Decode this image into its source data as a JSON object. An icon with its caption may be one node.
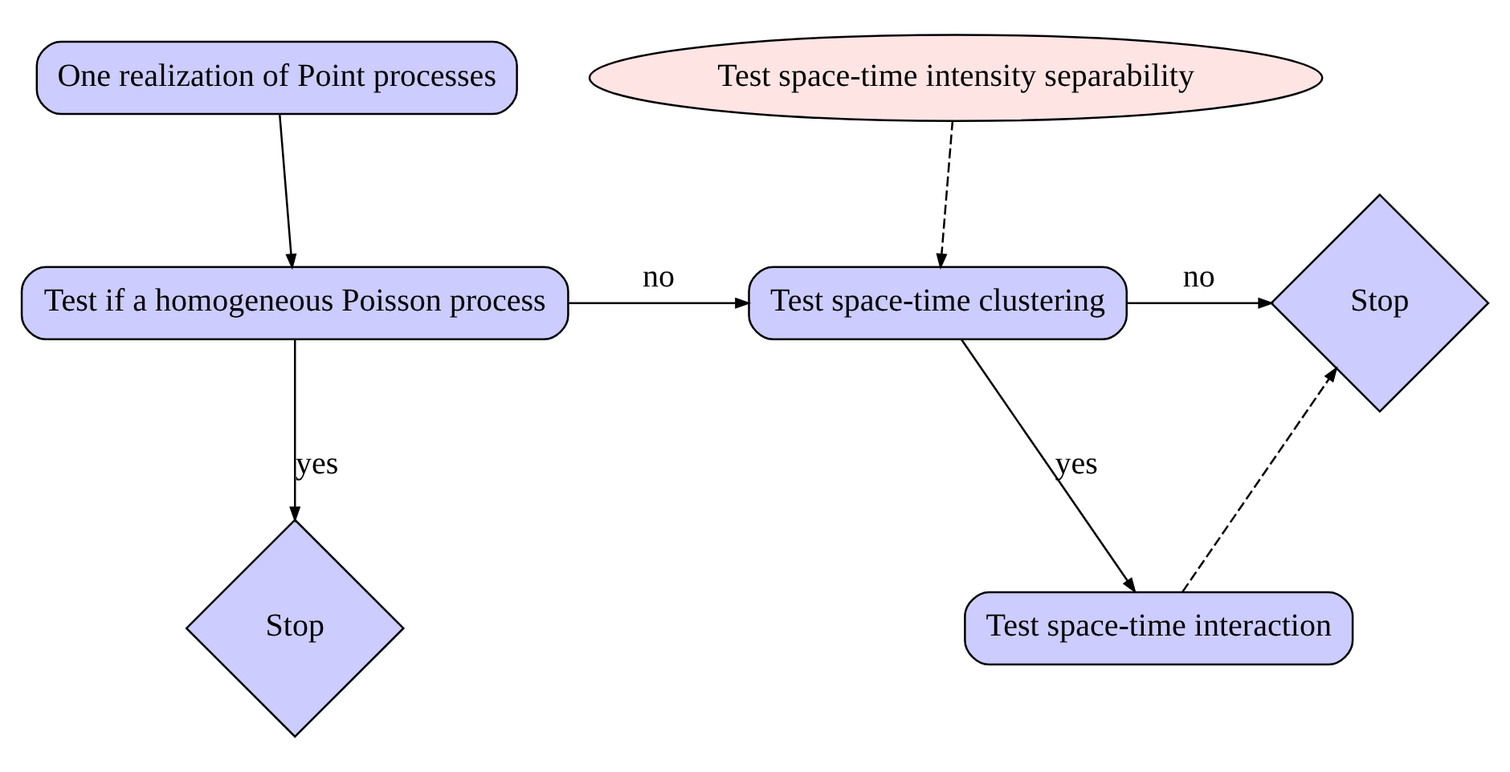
{
  "diagram": {
    "nodes": [
      {
        "text": [
          "One realization of Point processes"
        ]
      },
      {
        "text": [
          "Test space-time intensity separability"
        ]
      },
      {
        "text": [
          "Test if a homogeneous Poisson process"
        ]
      },
      {
        "text": [
          "Test space-time clustering"
        ]
      },
      {
        "text": [
          "Stop"
        ]
      },
      {
        "text": [
          "Stop"
        ]
      },
      {
        "text": [
          "Test space-time interaction"
        ]
      }
    ],
    "edges": [
      {
        "from": 0,
        "to": 2,
        "arrow": "to"
      },
      {
        "from": 1,
        "to": 3,
        "arrow": "to",
        "style": "dashed"
      },
      {
        "from": 2,
        "to": 3,
        "arrow": "to",
        "label": "no"
      },
      {
        "from": 3,
        "to": 4,
        "arrow": "to",
        "label": "no"
      },
      {
        "from": 2,
        "to": 5,
        "arrow": "to",
        "label": "yes"
      },
      {
        "from": 3,
        "to": 6,
        "arrow": "to",
        "label": "yes"
      },
      {
        "from": 6,
        "to": 4,
        "arrow": "to",
        "style": "dashed"
      }
    ]
  }
}
